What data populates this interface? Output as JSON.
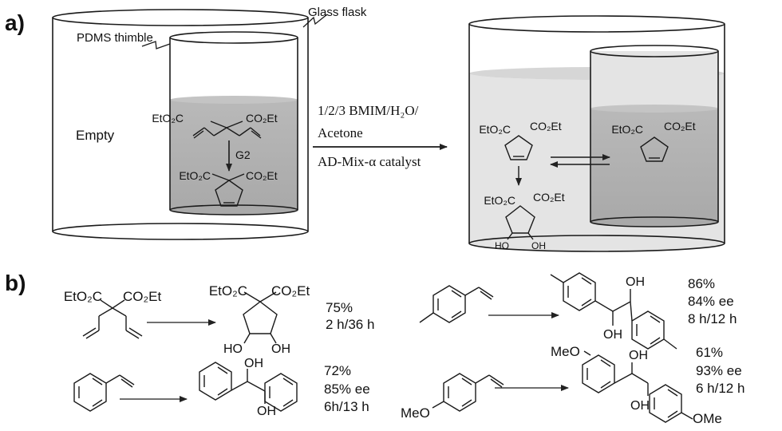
{
  "panel_a": {
    "label": "a)",
    "glass_flask": "Glass flask",
    "pdms_thimble": "PDMS thimble",
    "empty": "Empty",
    "diester_left": "EtO₂C",
    "diester_right": "CO₂Et",
    "catalyst_g2": "G2",
    "cond_line1": "1/2/3 BMIM/H₂O/",
    "cond_line2": "Acetone",
    "cond_line3": "AD-Mix-α  catalyst",
    "ho": "HO",
    "oh": "OH"
  },
  "panel_b": {
    "label": "b)",
    "diester_left": "EtO₂C",
    "diester_right": "CO₂Et",
    "ho": "HO",
    "oh": "OH",
    "meo": "MeO",
    "ome": "OMe",
    "r1": {
      "yield": "75%",
      "time": "2 h/36 h"
    },
    "r2": {
      "yield": "86%",
      "ee": "84% ee",
      "time": "8 h/12 h"
    },
    "r3": {
      "yield": "72%",
      "ee": "85% ee",
      "time": "6h/13 h"
    },
    "r4": {
      "yield": "61%",
      "ee": "93% ee",
      "time": "6 h/12 h"
    }
  }
}
